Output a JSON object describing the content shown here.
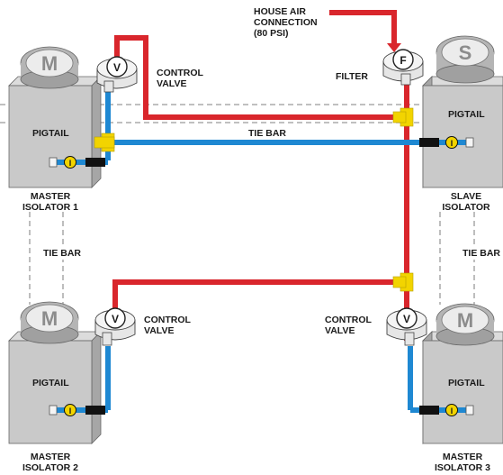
{
  "labels": {
    "house_air": [
      "HOUSE AIR",
      "CONNECTION",
      "(80 PSI)"
    ],
    "filter": "FILTER",
    "control_valve_top": [
      "CONTROL",
      "VALVE"
    ],
    "control_valve_mid_left": [
      "CONTROL",
      "VALVE"
    ],
    "control_valve_mid_right": [
      "CONTROL",
      "VALVE"
    ],
    "tie_bar_top": "TIE BAR",
    "tie_bar_left": "TIE BAR",
    "tie_bar_right": "TIE BAR",
    "pigtail": "PIGTAIL",
    "master_isolator_1": [
      "MASTER",
      "ISOLATOR 1"
    ],
    "slave_isolator": [
      "SLAVE",
      "ISOLATOR"
    ],
    "master_isolator_2": [
      "MASTER",
      "ISOLATOR 2"
    ],
    "master_isolator_3": [
      "MASTER",
      "ISOLATOR 3"
    ]
  },
  "badges": {
    "master": "M",
    "slave": "S",
    "valve": "V",
    "filter": "F",
    "isolator_marker": "I"
  },
  "colors": {
    "supply_line": "#d9262c",
    "feed_line": "#1e88d2",
    "connector_tee": "#f2d400",
    "isolator_body": "#c9c9c9",
    "isolator_dark": "#a6a6a6",
    "badge": "#9c9c9c"
  }
}
